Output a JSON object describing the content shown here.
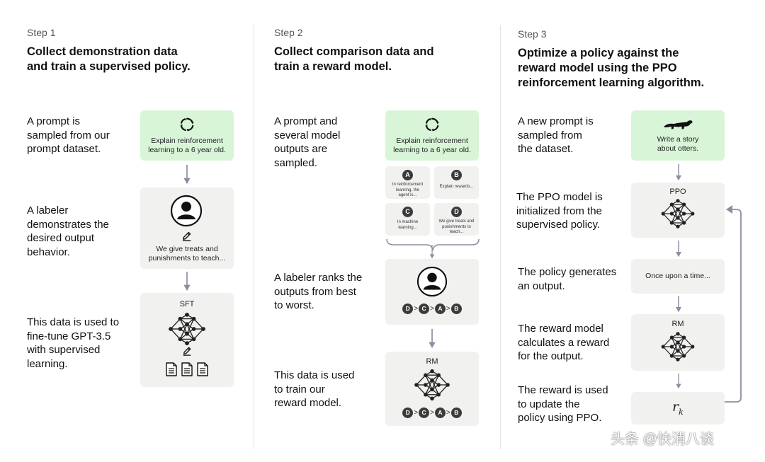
{
  "steps": [
    {
      "label": "Step 1",
      "title_lines": [
        "Collect demonstration data",
        "and train a supervised policy."
      ],
      "descriptions": [
        [
          "A prompt is",
          "sampled from our",
          "prompt dataset."
        ],
        [
          "A labeler",
          "demonstrates the",
          "desired output",
          "behavior."
        ],
        [
          "This data is used to",
          "fine-tune GPT-3.5",
          "with supervised",
          "learning."
        ]
      ],
      "prompt_lines": [
        "Explain reinforcement",
        "learning to a 6 year old."
      ],
      "demo_lines": [
        "We give treats and",
        "punishments to teach..."
      ],
      "model_label": "SFT"
    },
    {
      "label": "Step 2",
      "title_lines": [
        "Collect comparison data and",
        "train a reward model."
      ],
      "descriptions": [
        [
          "A prompt and",
          "several model",
          "outputs are",
          "sampled."
        ],
        [
          "A labeler ranks the",
          "outputs from best",
          "to worst."
        ],
        [
          "This data is used",
          "to train our",
          "reward model."
        ]
      ],
      "prompt_lines": [
        "Explain reinforcement",
        "learning to a 6 year old."
      ],
      "outputs": [
        {
          "letter": "A",
          "lines": [
            "In reinforcement",
            "learning, the",
            "agent is..."
          ]
        },
        {
          "letter": "B",
          "lines": [
            "Explain rewards..."
          ]
        },
        {
          "letter": "C",
          "lines": [
            "In machine",
            "learning..."
          ]
        },
        {
          "letter": "D",
          "lines": [
            "We give treats and",
            "punishments to",
            "teach..."
          ]
        }
      ],
      "ranking": [
        "D",
        "C",
        "A",
        "B"
      ],
      "ranking_separator": ">",
      "model_label": "RM"
    },
    {
      "label": "Step 3",
      "title_lines": [
        "Optimize a policy against the",
        "reward model using the PPO",
        "reinforcement learning algorithm."
      ],
      "descriptions": [
        [
          "A new prompt is",
          "sampled from",
          "the dataset."
        ],
        [
          "The PPO model is",
          "initialized from the",
          "supervised policy."
        ],
        [
          "The policy generates",
          "an output."
        ],
        [
          "The reward model",
          "calculates a reward",
          "for the output."
        ],
        [
          "The reward is used",
          "to update the",
          "policy using PPO."
        ]
      ],
      "prompt_lines": [
        "Write a story",
        "about otters."
      ],
      "policy_label": "PPO",
      "output_text": "Once upon a time...",
      "reward_model_label": "RM",
      "reward_symbol": "r",
      "reward_subscript": "k"
    }
  ],
  "watermark": "头条 @快消八谈",
  "icons": {
    "recycle": "recycle-icon",
    "person": "person-icon",
    "pencil": "pencil-icon",
    "network": "neural-network-icon",
    "document": "document-icon",
    "otter": "otter-icon"
  },
  "colors": {
    "prompt_box": "#d8f5d8",
    "step_box": "#f1f1f0",
    "badge": "#3b3b3b",
    "arrow": "#8a8fa0"
  }
}
